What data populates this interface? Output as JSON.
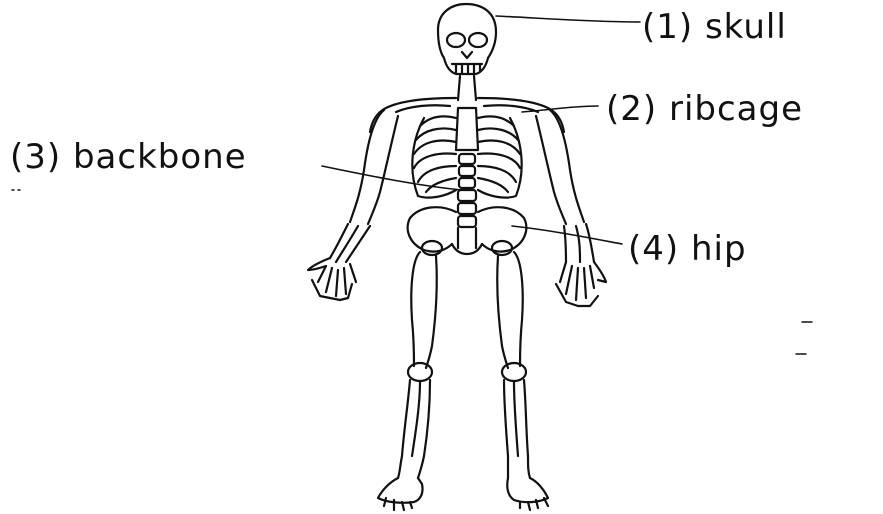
{
  "labels": {
    "skull": "(1) skull",
    "ribcage": "(2) ribcage",
    "backbone": "(3) backbone",
    "hip": "(4) hip"
  },
  "line_color": "#111111",
  "background": "#ffffff"
}
